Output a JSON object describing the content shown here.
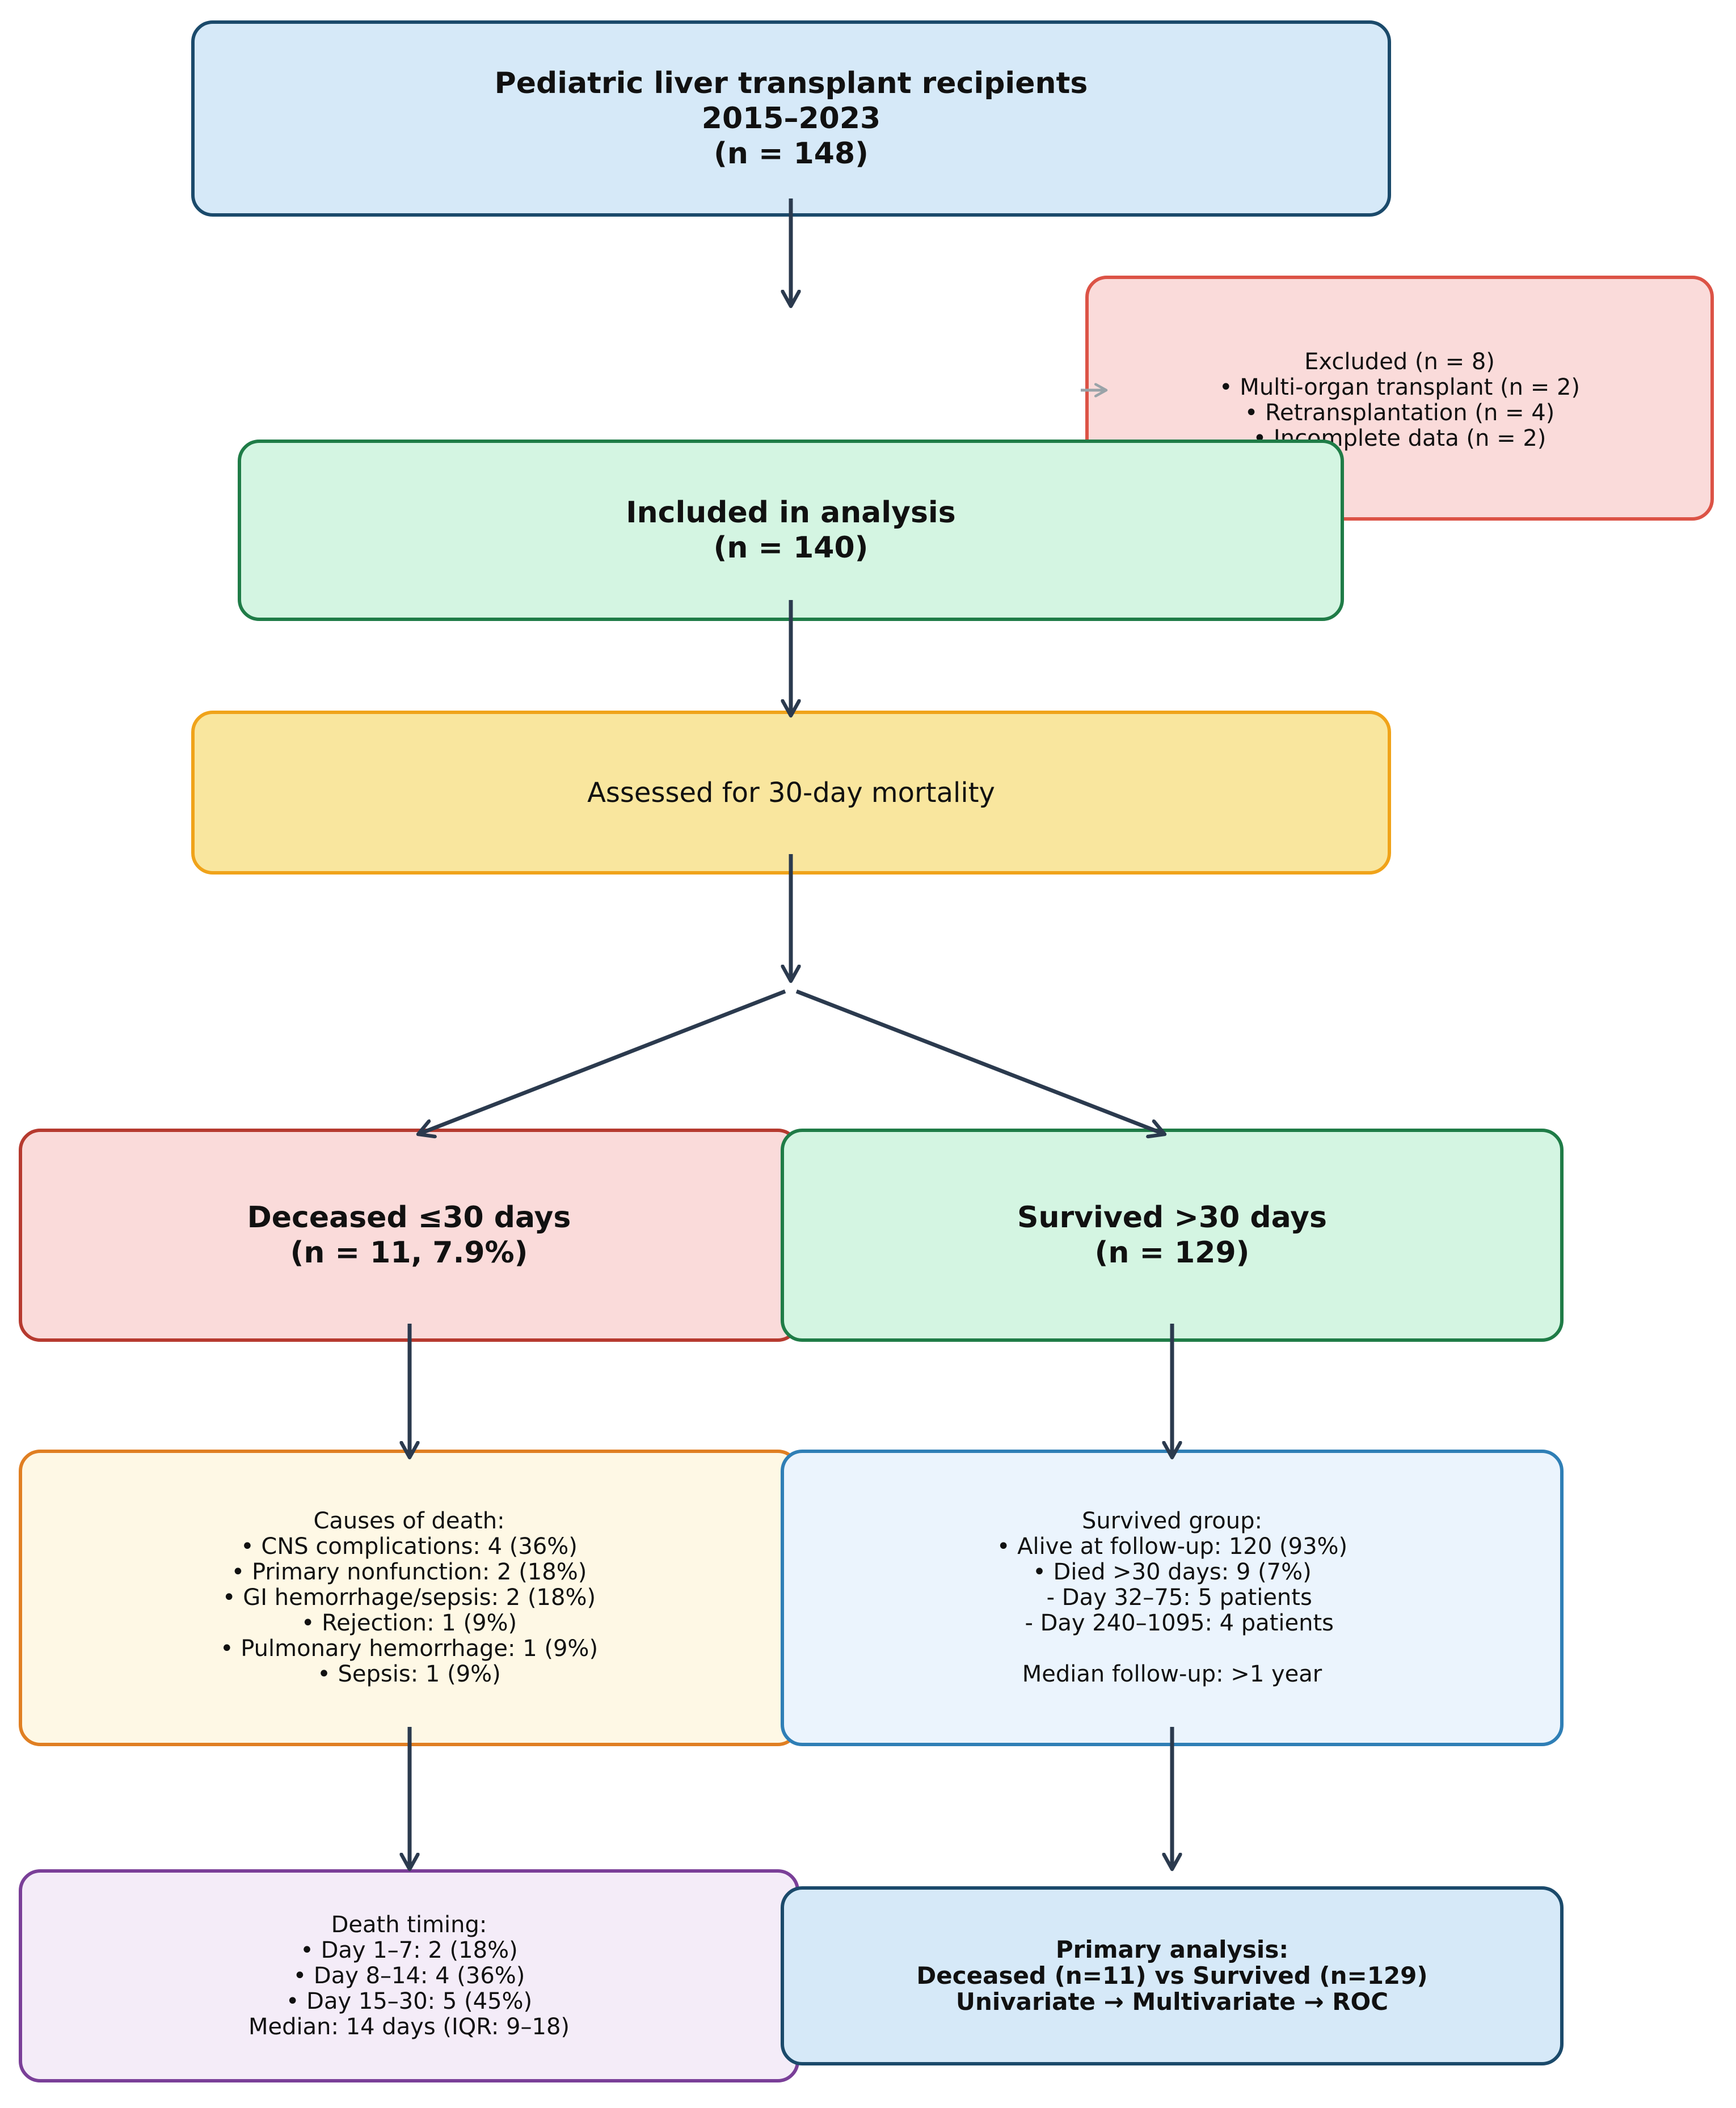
{
  "boxes": {
    "recipients": {
      "lines": [
        "Pediatric liver transplant recipients",
        "2015–2023",
        "(n = 148)"
      ],
      "fill": "#d6e9f8",
      "border": "#1b4a6b"
    },
    "excluded": {
      "lines": [
        "Excluded (n = 8)",
        "• Multi-organ transplant (n = 2)",
        "• Retransplantation (n = 4)",
        "• Incomplete data (n = 2)"
      ],
      "fill": "#fadbda",
      "border": "#dc5346"
    },
    "included": {
      "lines": [
        "Included in analysis",
        "(n = 140)"
      ],
      "fill": "#d4f5e2",
      "border": "#1f7c47"
    },
    "assessed": {
      "lines": [
        "Assessed for 30-day mortality"
      ],
      "fill": "#f9e69e",
      "border": "#f0a31a"
    },
    "deceased": {
      "lines": [
        "Deceased ≤30 days",
        "(n = 11, 7.9%)"
      ],
      "fill": "#fadbda",
      "border": "#b63a2f"
    },
    "survived": {
      "lines": [
        "Survived >30 days",
        "(n = 129)"
      ],
      "fill": "#d4f5e2",
      "border": "#1f7c47"
    },
    "causes": {
      "lines": [
        "Causes of death:",
        "• CNS complications: 4 (36%)",
        "• Primary nonfunction: 2 (18%)",
        "• GI hemorrhage/sepsis: 2 (18%)",
        "• Rejection: 1 (9%)",
        "• Pulmonary hemorrhage: 1 (9%)",
        "• Sepsis: 1 (9%)"
      ],
      "fill": "#fef8e5",
      "border": "#e07f22"
    },
    "survived_group": {
      "lines": [
        "Survived group:",
        "• Alive at follow-up: 120 (93%)",
        "• Died >30 days: 9 (7%)",
        "  - Day 32–75: 5 patients",
        "  - Day 240–1095: 4 patients",
        "",
        "Median follow-up: >1 year"
      ],
      "fill": "#ebf4fd",
      "border": "#2f7fb6"
    },
    "timing": {
      "lines": [
        "Death timing:",
        "• Day 1–7: 2 (18%)",
        "• Day 8–14: 4 (36%)",
        "• Day 15–30: 5 (45%)",
        "Median: 14 days (IQR: 9–18)"
      ],
      "fill": "#f4ecf8",
      "border": "#7a3f98"
    },
    "primary": {
      "lines": [
        "Primary analysis:",
        "Deceased (n=11) vs Survived (n=129)",
        "Univariate → Multivariate → ROC"
      ],
      "fill": "#d6e9f8",
      "border": "#1b4a6b"
    }
  },
  "colors": {
    "arrow": "#2b3a4e",
    "exclusion_arrow": "#9aa3a8"
  }
}
